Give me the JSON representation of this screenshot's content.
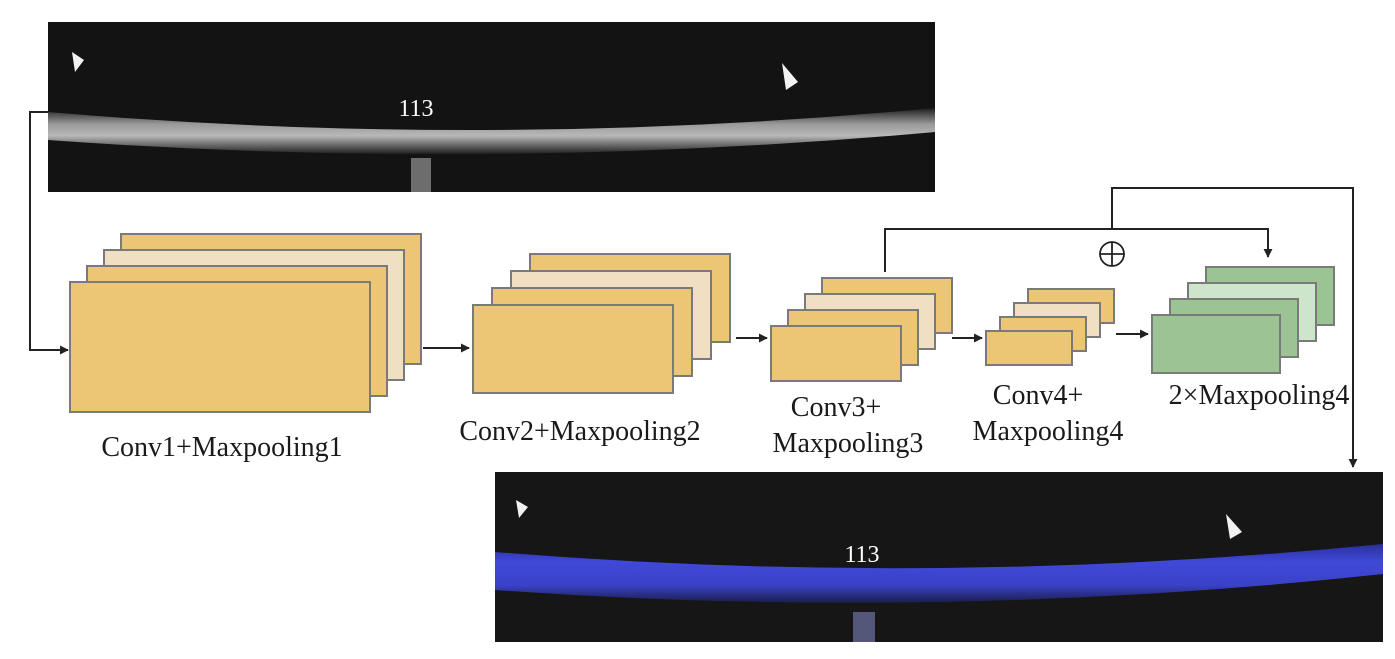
{
  "input_image": {
    "frame_label": "113"
  },
  "output_image": {
    "frame_label": "113"
  },
  "stages": [
    {
      "id": "conv1",
      "lines": [
        "Conv1+Maxpooling1"
      ]
    },
    {
      "id": "conv2",
      "lines": [
        "Conv2+Maxpooling2"
      ]
    },
    {
      "id": "conv3",
      "lines": [
        "Conv3+",
        "Maxpooling3"
      ]
    },
    {
      "id": "conv4",
      "lines": [
        "Conv4+",
        "Maxpooling4"
      ]
    },
    {
      "id": "upsample",
      "lines": [
        "2×Maxpooling4"
      ]
    }
  ],
  "fusion_symbol": "⊕",
  "colors": {
    "feature_dark": "#ecc674",
    "feature_light": "#f1dfc4",
    "upsample_dark": "#9cc394",
    "upsample_light": "#cde6cb",
    "box_border": "#7a7a7a",
    "segmentation_overlay": "#3c46d2"
  }
}
